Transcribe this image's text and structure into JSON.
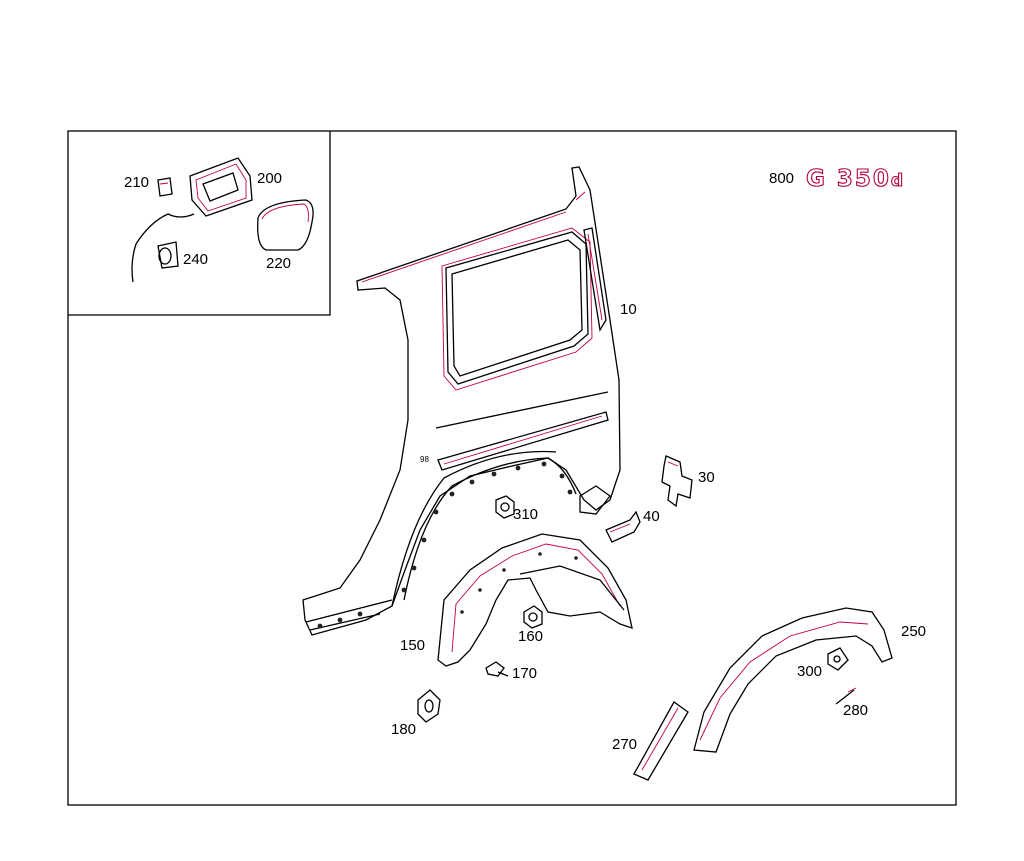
{
  "diagram": {
    "labels": {
      "p10": "10",
      "p30": "30",
      "p40": "40",
      "p150": "150",
      "p160": "160",
      "p170": "170",
      "p180": "180",
      "p200": "200",
      "p210": "210",
      "p220": "220",
      "p240": "240",
      "p250": "250",
      "p270": "270",
      "p280": "280",
      "p300": "300",
      "p310": "310",
      "p800": "800"
    },
    "emblem": {
      "main": "G 350",
      "suffix": "d"
    },
    "colors": {
      "line": "#000000",
      "accent": "#c0003c",
      "background": "#ffffff"
    }
  }
}
